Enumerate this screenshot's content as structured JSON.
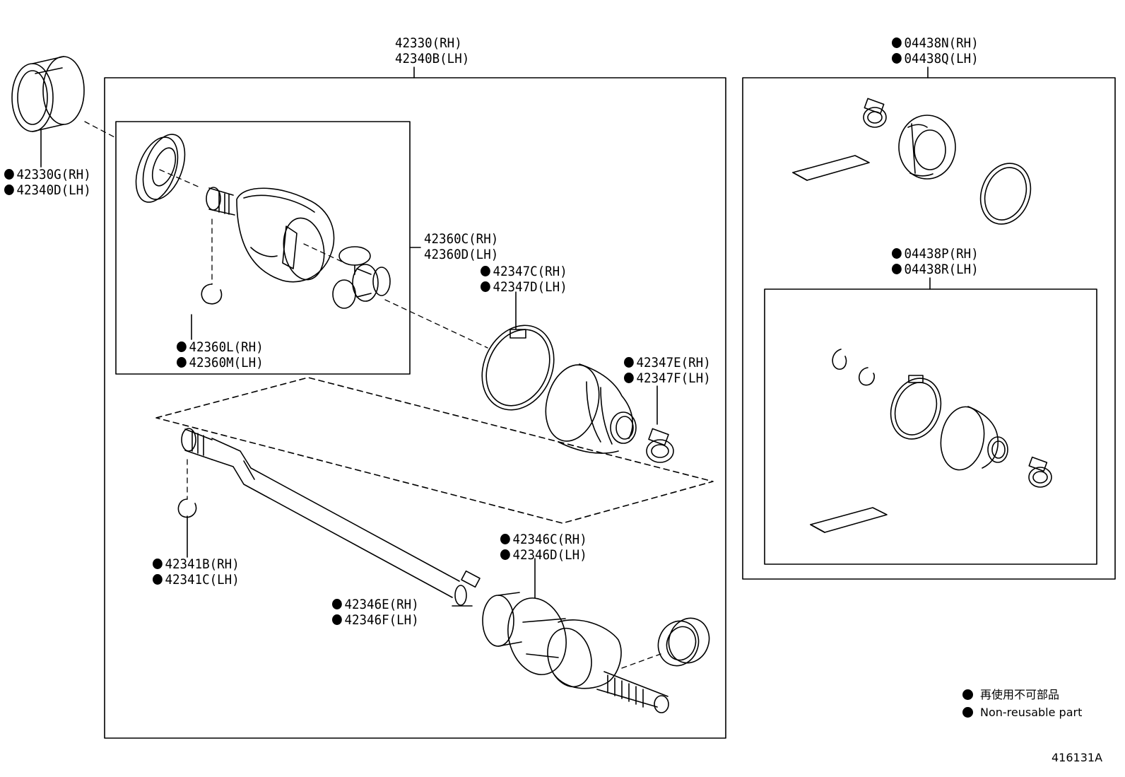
{
  "labels": {
    "shaft_assy_rh": "42330(RH)",
    "shaft_assy_lh": "42340B(LH)",
    "seal_rh": "42330G(RH)",
    "seal_lh": "42340D(LH)",
    "inboard_joint_rh": "42360C(RH)",
    "inboard_joint_lh": "42360D(LH)",
    "clamp_large_rh": "42347C(RH)",
    "clamp_large_lh": "42347D(LH)",
    "clamp_small_rh": "42347E(RH)",
    "clamp_small_lh": "42347F(LH)",
    "snap_ring_inner_rh": "42360L(RH)",
    "snap_ring_inner_lh": "42360M(LH)",
    "shaft_snap_rh": "42341B(RH)",
    "shaft_snap_lh": "42341C(LH)",
    "outboard_clamp_rh": "42346C(RH)",
    "outboard_clamp_lh": "42346D(LH)",
    "outboard_clamp2_rh": "42346E(RH)",
    "outboard_clamp2_lh": "42346F(LH)",
    "boot_kit_outer_rh": "04438N(RH)",
    "boot_kit_outer_lh": "04438Q(LH)",
    "boot_kit_inner_rh": "04438P(RH)",
    "boot_kit_inner_lh": "04438R(LH)"
  },
  "legend": {
    "jp": "再使用不可部品",
    "en": "Non-reusable part"
  },
  "figure_number": "416131A"
}
